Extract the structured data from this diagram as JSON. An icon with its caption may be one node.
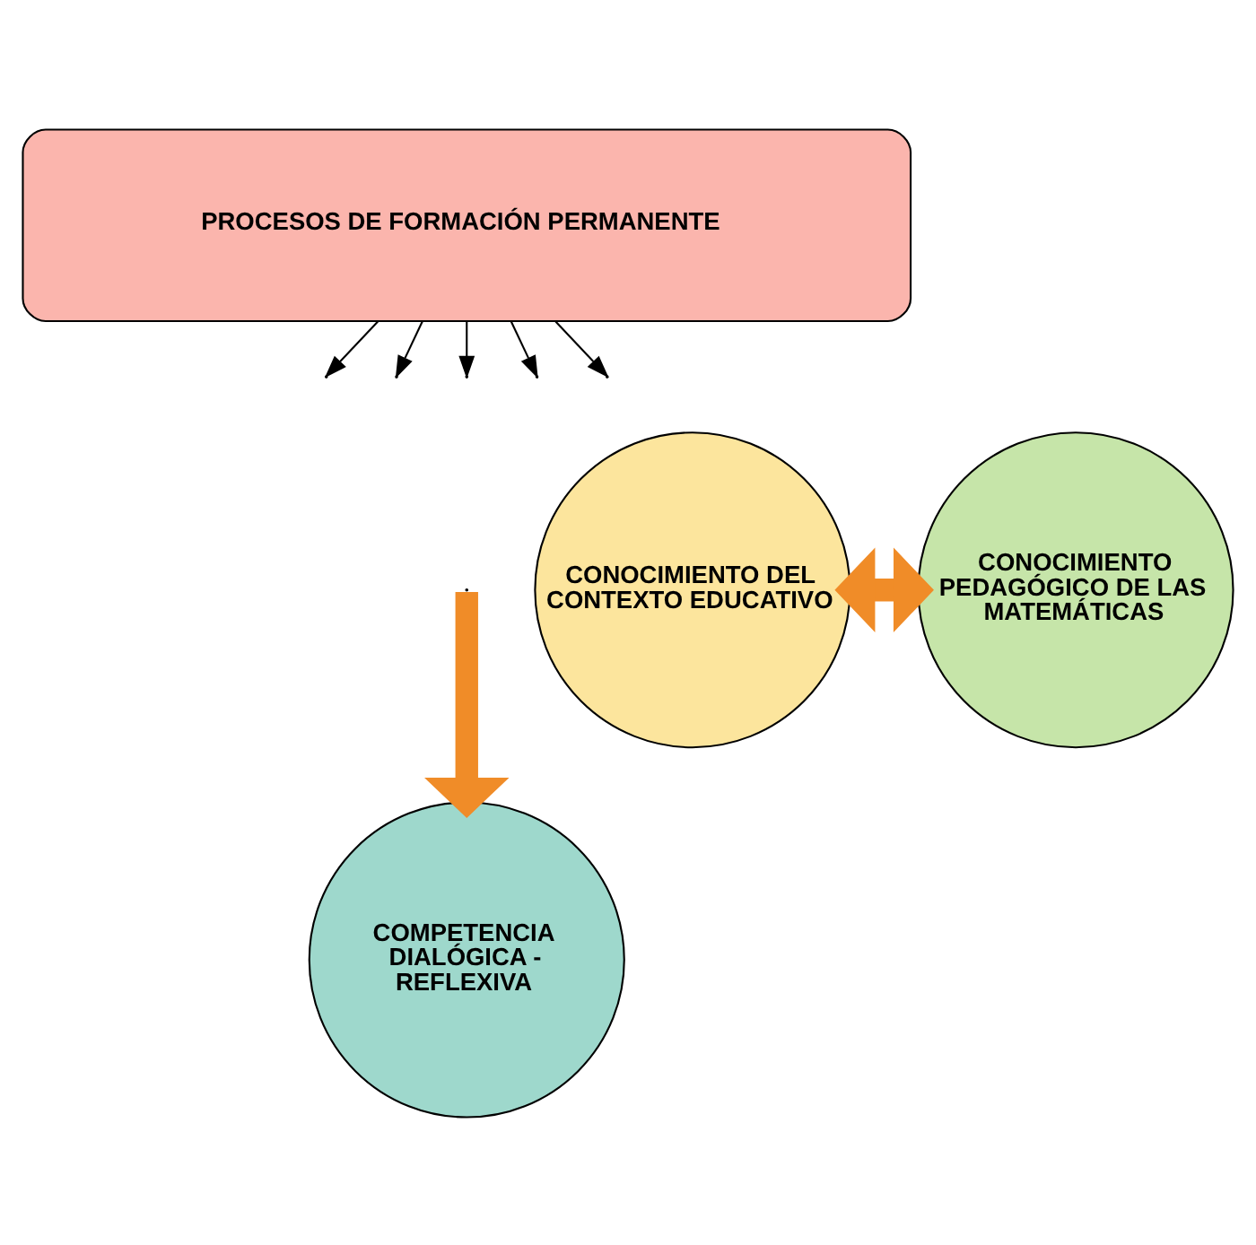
{
  "diagram": {
    "nodes": [
      {
        "text": [
          "PROCESOS DE FORMACIÓN PERMANENTE"
        ]
      },
      {
        "text": [
          "CONOCIMIENTO DEL CONTEXTO EDUCATIVO"
        ]
      },
      {
        "text": [
          "CONOCIMIENTO PEDAGÓGICO DE LAS MATEMÁTICAS"
        ]
      },
      {
        "text": [
          "COMPETENCIA DIALÓGICA - REFLEXIVA"
        ]
      }
    ],
    "edges": [
      {
        "from": 0,
        "to": null,
        "arrow": "to"
      },
      {
        "from": 0,
        "to": null,
        "arrow": "to"
      },
      {
        "from": 0,
        "to": null,
        "arrow": "to"
      },
      {
        "from": 0,
        "to": null,
        "arrow": "to"
      },
      {
        "from": 0,
        "to": null,
        "arrow": "to"
      },
      {
        "from": 1,
        "to": 2,
        "arrow": "both",
        "style": "thick",
        "color": "#f08c28"
      },
      {
        "from": null,
        "to": 3,
        "arrow": "to",
        "style": "thick",
        "color": "#f08c28"
      }
    ]
  }
}
